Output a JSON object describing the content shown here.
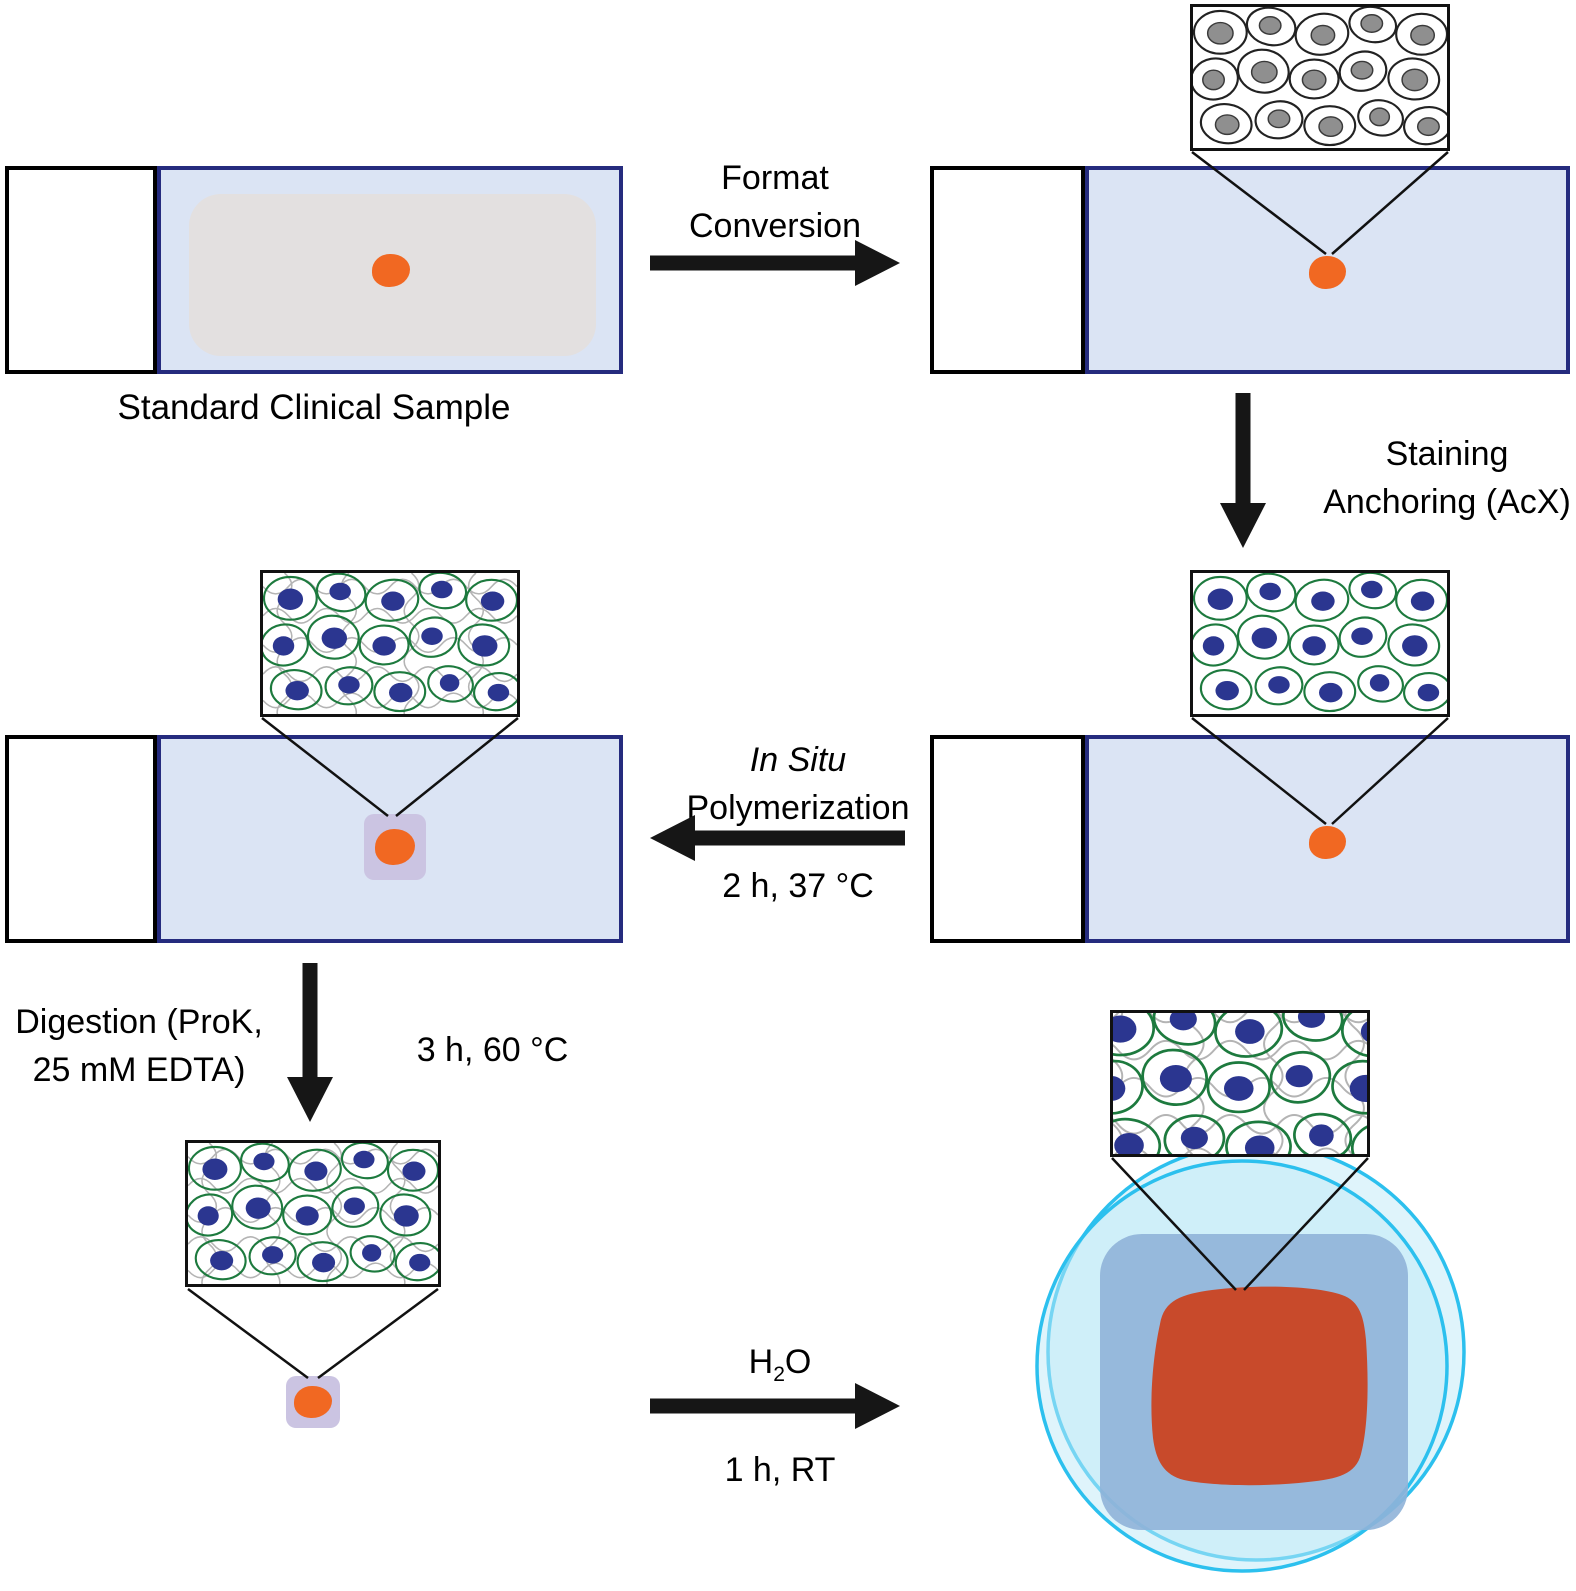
{
  "steps": {
    "sample_label": "Standard Clinical Sample",
    "format_conversion": {
      "line1": "Format",
      "line2": "Conversion"
    },
    "staining": {
      "line1": "Staining",
      "line2": "Anchoring (AcX)"
    },
    "polymerization": {
      "line1": "In Situ",
      "line2": "Polymerization",
      "condition": "2 h, 37 °C"
    },
    "digestion": {
      "line1": "Digestion (ProK,",
      "line2": "25 mM EDTA)",
      "condition": "3 h, 60 °C"
    },
    "expansion": {
      "reagent_pre": "H",
      "reagent_sub": "2",
      "reagent_post": "O",
      "condition": "1 h, RT"
    }
  },
  "colors": {
    "slide_glass": "#dbe4f4",
    "slide_border": "#252b7e",
    "frosted_end": "#ffffff",
    "frosted_border": "#000000",
    "tissue_section": "#e3e0e0",
    "specimen": "#f16822",
    "gel_pad": "#cbc4e2",
    "cell_outline_unstained": "#222222",
    "nucleus_unstained": "#8f8f8f",
    "cell_outline_stained": "#1d7a3e",
    "nucleus_stained": "#2b3690",
    "polymer_mesh": "#b4b4b4",
    "expanded_gel_stroke": "#2cc0ee",
    "expanded_gel_fill": "#bfe9f8",
    "expanded_block": "#8fb2d8",
    "expanded_specimen": "#c84a2b",
    "arrow": "#161616"
  }
}
